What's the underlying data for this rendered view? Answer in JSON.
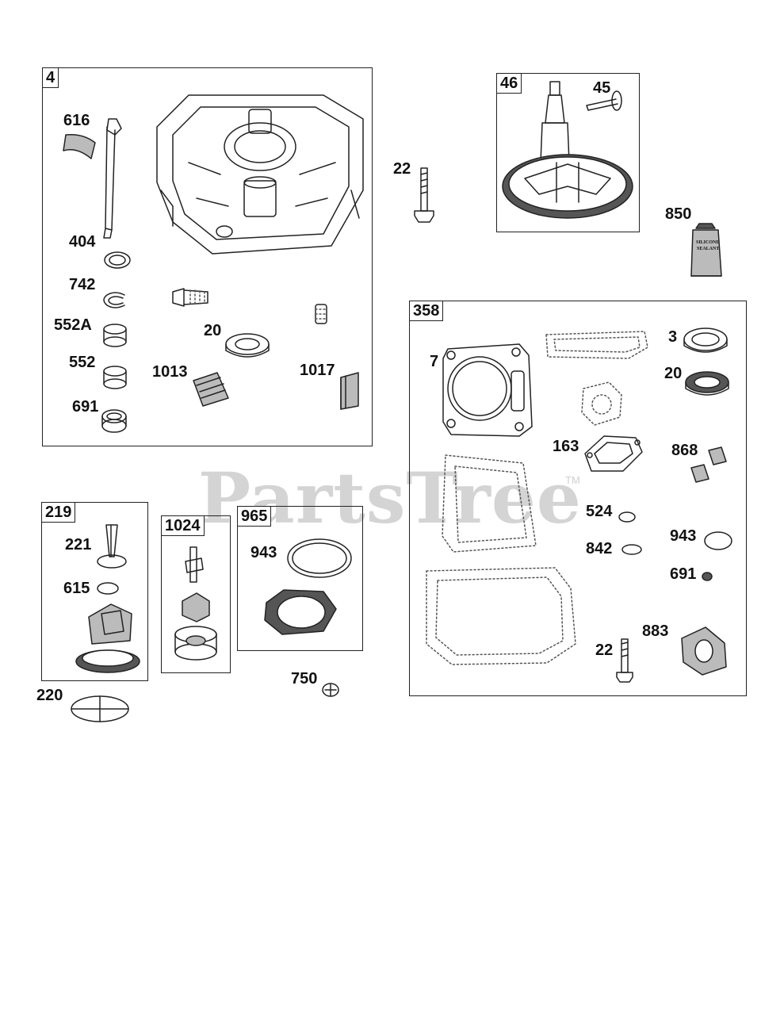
{
  "watermark": {
    "brand": "PartsTree",
    "tm": "TM"
  },
  "tube_text": {
    "line1": "SILICONE",
    "line2": "SEALANT"
  },
  "groups": {
    "g4": {
      "ref": "4",
      "labels": [
        "616",
        "404",
        "742",
        "552A",
        "552",
        "691",
        "20",
        "1013",
        "1017"
      ]
    },
    "g46": {
      "ref": "46",
      "labels": [
        "45"
      ]
    },
    "g358": {
      "ref": "358",
      "labels": [
        "7",
        "3",
        "20",
        "163",
        "868",
        "524",
        "943",
        "842",
        "691",
        "22",
        "883"
      ]
    },
    "g219": {
      "ref": "219",
      "labels": [
        "221",
        "615"
      ]
    },
    "g1024": {
      "ref": "1024"
    },
    "g965": {
      "ref": "965",
      "labels": [
        "943"
      ]
    }
  },
  "loose_parts": [
    "22",
    "850",
    "220",
    "750"
  ]
}
